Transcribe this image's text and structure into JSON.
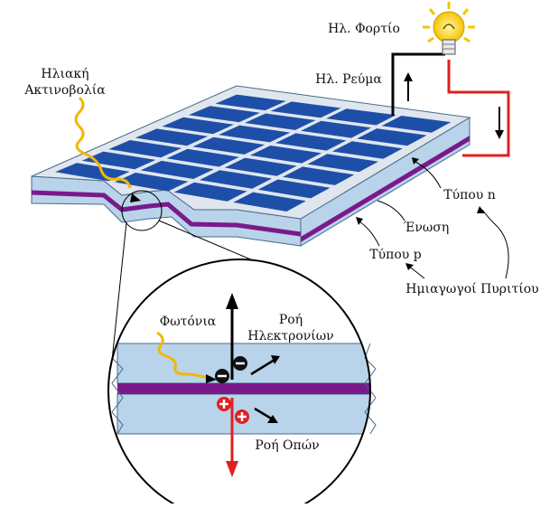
{
  "labels": {
    "solar_radiation_line1": "Ηλιακή",
    "solar_radiation_line2": "Ακτινοβολία",
    "electric_load": "Ηλ. Φορτίο",
    "electric_current": "Ηλ. Ρεύμα",
    "n_type": "Τύπου n",
    "junction": "Ένωση",
    "p_type": "Τύπου p",
    "silicon_semiconductors": "Ημιαγωγοί Πυριτίου",
    "photons": "Φωτόνια",
    "electron_flow_line1": "Ροή",
    "electron_flow_line2": "Ηλεκτρονίων",
    "hole_flow": "Ροή Οπών"
  },
  "colors": {
    "panel_blue": "#1e4fa8",
    "cell_gap": "#dfe6ee",
    "semiconductor": "#b9d3ea",
    "junction_purple": "#7a1a8a",
    "wire_red": "#e02020",
    "wire_black": "#000000",
    "photon_yellow": "#f2b705",
    "bulb_yellow": "#ffd84a"
  },
  "icons": {
    "bulb": "lightbulb-icon",
    "electron": "minus-circle-icon",
    "hole": "plus-circle-icon"
  }
}
